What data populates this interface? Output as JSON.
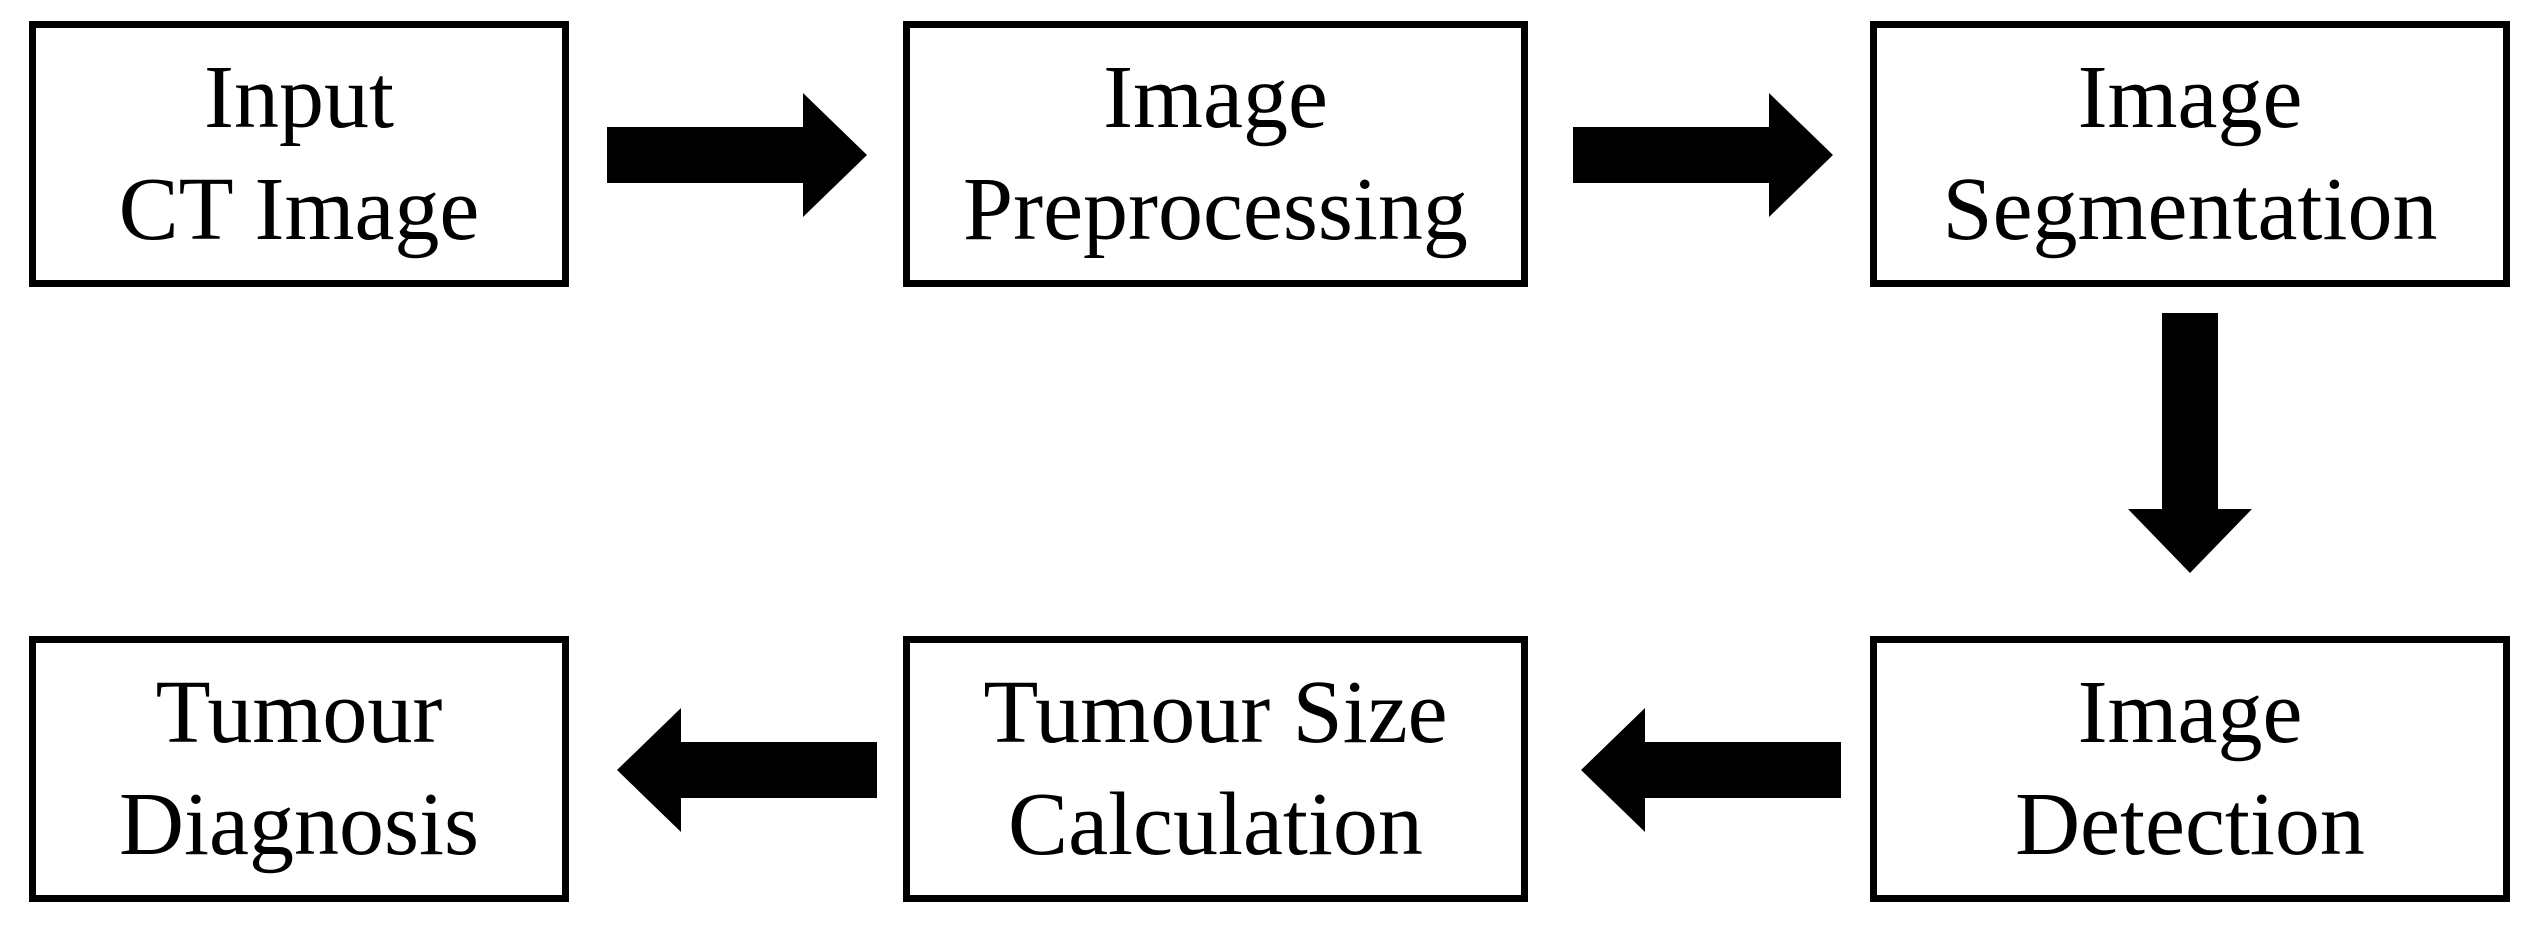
{
  "diagram": {
    "type": "flowchart",
    "colors": {
      "background": "#ffffff",
      "node-fill": "#ffffff",
      "node-border": "#000000",
      "text": "#000000",
      "arrow": "#000000"
    },
    "nodes": [
      {
        "id": "input-ct-image",
        "label": "Input CT Image",
        "label_lines": [
          "Input",
          "CT Image"
        ]
      },
      {
        "id": "image-preprocessing",
        "label": "Image Preprocessing",
        "label_lines": [
          "Image",
          "Preprocessing"
        ]
      },
      {
        "id": "image-segmentation",
        "label": "Image Segmentation",
        "label_lines": [
          "Image",
          "Segmentation"
        ]
      },
      {
        "id": "tumour-diagnosis",
        "label": "Tumour Diagnosis",
        "label_lines": [
          "Tumour",
          "Diagnosis"
        ]
      },
      {
        "id": "tumour-size-calculation",
        "label": "Tumour Size Calculation",
        "label_lines": [
          "Tumour Size",
          "Calculation"
        ]
      },
      {
        "id": "image-detection",
        "label": "Image Detection",
        "label_lines": [
          "Image",
          "Detection"
        ]
      }
    ],
    "edges": [
      {
        "from": "input-ct-image",
        "to": "image-preprocessing",
        "direction": "right"
      },
      {
        "from": "image-preprocessing",
        "to": "image-segmentation",
        "direction": "right"
      },
      {
        "from": "image-segmentation",
        "to": "image-detection",
        "direction": "down"
      },
      {
        "from": "image-detection",
        "to": "tumour-size-calculation",
        "direction": "left"
      },
      {
        "from": "tumour-size-calculation",
        "to": "tumour-diagnosis",
        "direction": "left"
      }
    ]
  }
}
